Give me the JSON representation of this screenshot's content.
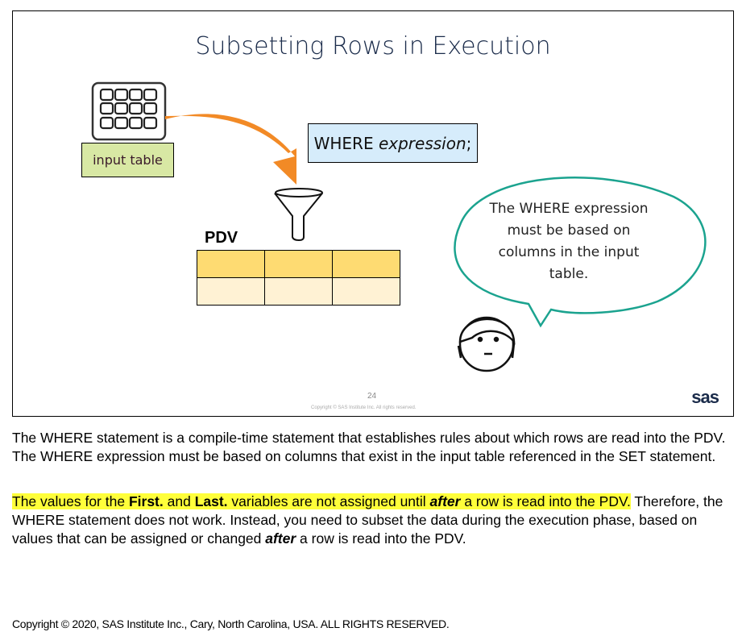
{
  "slide": {
    "title": "Subsetting Rows in Execution",
    "input_label": "input table",
    "where_keyword": "WHERE",
    "where_expr": "expression",
    "where_semicolon": ";",
    "pdv_label": "PDV",
    "bubble": "The WHERE expression must be based on columns in the input table.",
    "page_number": "24",
    "small_copyright": "Copyright © SAS Institute Inc. All rights reserved.",
    "logo": "sas",
    "arrow_color": "#f28a26"
  },
  "notes": {
    "p1": "The WHERE statement is a compile-time statement that establishes rules about which rows are read into the PDV. The WHERE expression must be based on columns that exist in the input table referenced in the SET statement.",
    "p2_a": "The values for the ",
    "p2_first": "First.",
    "p2_b": " and ",
    "p2_last": "Last.",
    "p2_c": " variables are not assigned until ",
    "p2_after1": "after",
    "p2_d": " a row is read into the PDV.",
    "p2_e": " Therefore, the WHERE statement does not work. Instead, you need to subset the data during the execution phase, based on values that can be assigned or changed ",
    "p2_after2": "after",
    "p2_f": " a row is read into the PDV."
  },
  "footer": "Copyright © 2020, SAS Institute Inc., Cary, North Carolina, USA. ALL RIGHTS RESERVED."
}
